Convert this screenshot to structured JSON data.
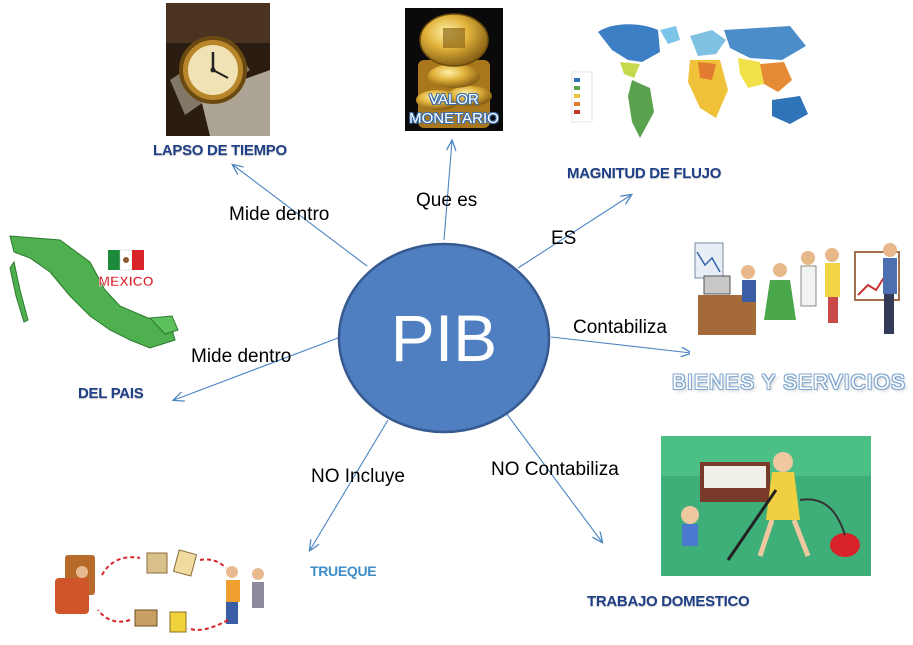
{
  "center": {
    "label": "PIB",
    "fill": "#4f7fc1",
    "stroke": "#36598f"
  },
  "arrow_color": "#4d86c4",
  "edges": [
    {
      "id": "tiempo",
      "label": "Mide dentro"
    },
    {
      "id": "valor",
      "label": "Que es"
    },
    {
      "id": "flujo",
      "label": "ES"
    },
    {
      "id": "bienes",
      "label": "Contabiliza"
    },
    {
      "id": "pais",
      "label": "Mide dentro"
    },
    {
      "id": "trueque",
      "label": "NO Incluye"
    },
    {
      "id": "domestico",
      "label": "NO Contabiliza"
    }
  ],
  "nodes": {
    "tiempo": {
      "title": "LAPSO DE TIEMPO",
      "image": "clock-money-image"
    },
    "valor": {
      "overlay_lines": [
        "VALOR",
        "MONETARIO"
      ],
      "image": "gold-coins-image"
    },
    "flujo": {
      "title": "MAGNITUD DE FLUJO",
      "image": "world-map-image"
    },
    "bienes": {
      "title": "BIENES Y SERVICIOS",
      "image": "office-workers-image"
    },
    "pais": {
      "title": "DEL PAIS",
      "image": "mexico-map-image",
      "map_title": "MEXICO"
    },
    "trueque": {
      "title": "TRUEQUE",
      "image": "barter-cycle-image"
    },
    "domestico": {
      "title": "TRABAJO DOMESTICO",
      "image": "housework-image"
    }
  }
}
